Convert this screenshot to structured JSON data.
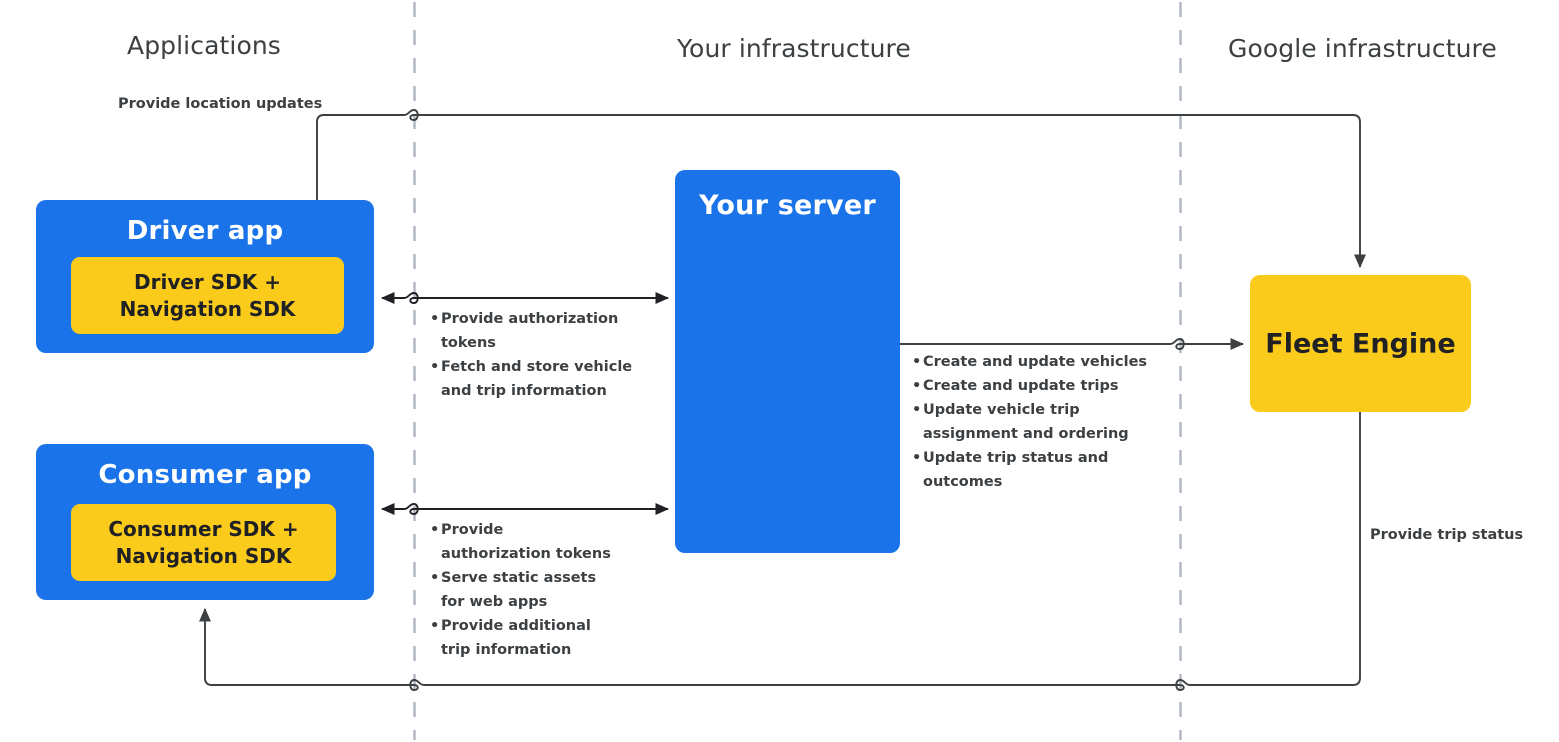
{
  "zones": [
    {
      "id": "applications",
      "label": "Applications"
    },
    {
      "id": "your-infrastructure",
      "label": "Your infrastructure"
    },
    {
      "id": "google-infrastructure",
      "label": "Google infrastructure"
    }
  ],
  "colors": {
    "blue": "#1a73e8",
    "yellow": "#fbcb1c",
    "text_dark": "#3c4043",
    "text_on_blue": "#ffffff",
    "divider": "#b0b6bf",
    "connector": "#3c4043"
  },
  "nodes": {
    "driver_app": {
      "title": "Driver app",
      "sdk": "Driver SDK +\nNavigation SDK",
      "sdk_line1": "Driver SDK +",
      "sdk_line2": "Navigation SDK"
    },
    "consumer_app": {
      "title": "Consumer app",
      "sdk_line1": "Consumer SDK +",
      "sdk_line2": "Navigation SDK"
    },
    "your_server": {
      "title": "Your server"
    },
    "fleet_engine": {
      "title": "Fleet Engine"
    }
  },
  "connectors": {
    "location_updates": {
      "label": "Provide location updates"
    },
    "trip_status": {
      "label": "Provide trip status"
    },
    "driver_server": {
      "bullets": [
        "Provide authorization tokens",
        "Fetch and store vehicle and trip information"
      ]
    },
    "consumer_server": {
      "bullets": [
        "Provide authorization tokens",
        "Serve static assets for web apps",
        "Provide additional trip information"
      ]
    },
    "server_fleet_engine": {
      "bullets": [
        "Create and update vehicles",
        "Create and update trips",
        "Update vehicle trip assignment and ordering",
        "Update trip status and outcomes"
      ]
    }
  }
}
